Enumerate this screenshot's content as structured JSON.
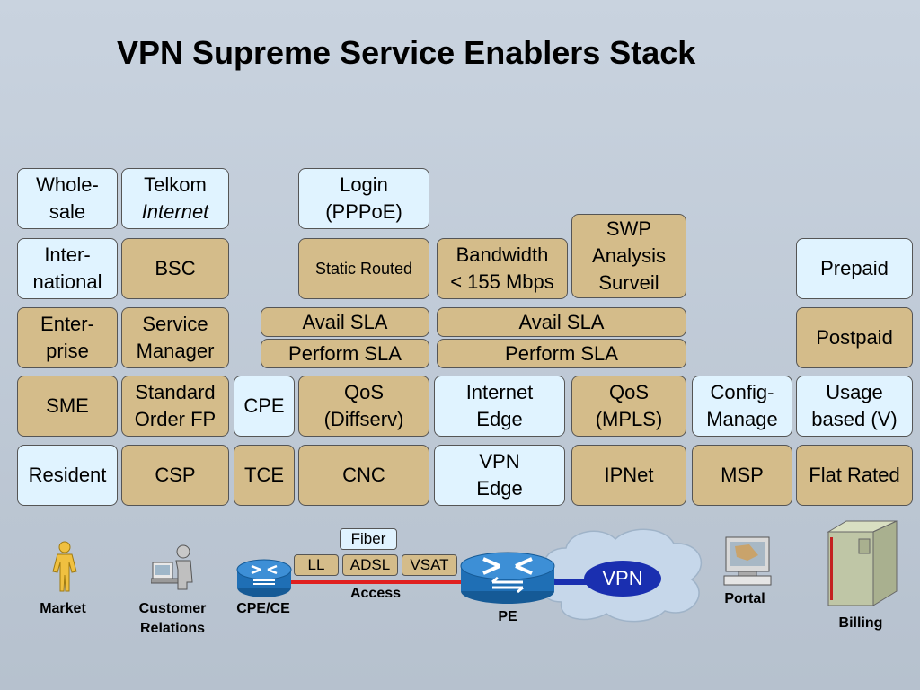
{
  "title": "VPN Supreme Service Enablers Stack",
  "stack": {
    "wholesale": "Whole-\nsale",
    "telkom": "Telkom",
    "internet": "Internet",
    "login": "Login\n(PPPoE)",
    "swp": "SWP\nAnalysis\nSurveil",
    "international": "Inter-\nnational",
    "bsc": "BSC",
    "static_routed": "Static Routed",
    "bandwidth": "Bandwidth\n< 155 Mbps",
    "prepaid": "Prepaid",
    "enterprise": "Enter-\nprise",
    "service_manager": "Service\nManager",
    "avail_sla_1": "Avail SLA",
    "avail_sla_2": "Avail SLA",
    "perform_sla_1": "Perform SLA",
    "perform_sla_2": "Perform SLA",
    "postpaid": "Postpaid",
    "sme": "SME",
    "standard_order": "Standard\nOrder FP",
    "cpe": "CPE",
    "qos_diffserv": "QoS\n(Diffserv)",
    "internet_edge": "Internet\nEdge",
    "qos_mpls": "QoS\n(MPLS)",
    "config_manage": "Config-\nManage",
    "usage_based": "Usage\nbased (V)",
    "resident": "Resident",
    "csp": "CSP",
    "tce": "TCE",
    "cnc": "CNC",
    "vpn_edge": "VPN\nEdge",
    "ipnet": "IPNet",
    "msp": "MSP",
    "flat_rated": "Flat Rated"
  },
  "network": {
    "market": "Market",
    "customer_relations": "Customer\nRelations",
    "cpe_ce": "CPE/CE",
    "fiber": "Fiber",
    "ll": "LL",
    "adsl": "ADSL",
    "vsat": "VSAT",
    "access": "Access",
    "pe": "PE",
    "vpn": "VPN",
    "portal": "Portal",
    "billing": "Billing"
  },
  "colors": {
    "blue_box": "#e0f3ff",
    "tan_box": "#d4bc8a",
    "access_line": "#e02020",
    "vpn_oval": "#1a2fb0",
    "router": "#1f6fb5"
  }
}
